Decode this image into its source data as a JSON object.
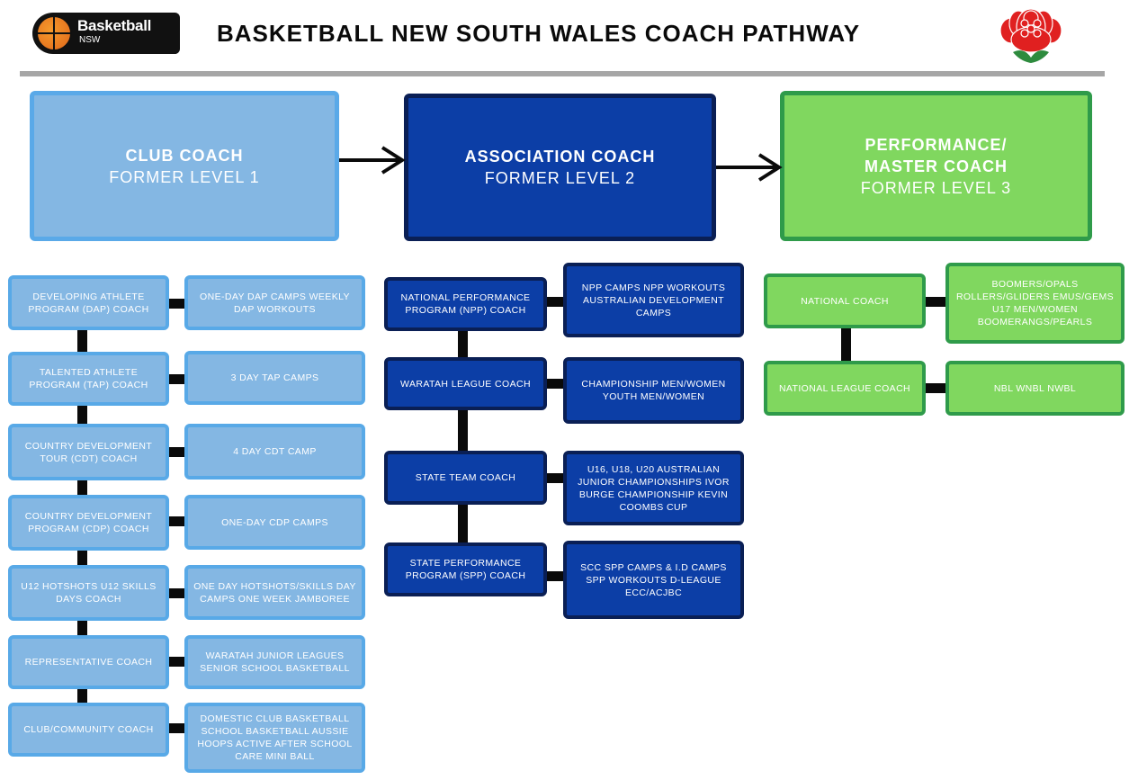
{
  "header": {
    "logo_text": "Basketball",
    "logo_sub": "NSW",
    "title": "BASKETBALL NEW SOUTH WALES COACH PATHWAY"
  },
  "colors": {
    "light_blue": "#84b7e3",
    "dark_blue": "#0c3ea6",
    "green": "#80d75f",
    "waratah_red": "#e02020"
  },
  "levels": {
    "club": {
      "title": "CLUB COACH",
      "subtitle": "FORMER LEVEL 1"
    },
    "association": {
      "title": "ASSOCIATION COACH",
      "subtitle": "FORMER LEVEL 2"
    },
    "performance": {
      "title": "PERFORMANCE/ MASTER COACH",
      "subtitle": "FORMER LEVEL 3"
    }
  },
  "club_roles": [
    {
      "role": "DEVELOPING ATHLETE PROGRAM (DAP) COACH",
      "activities": "ONE-DAY DAP CAMPS WEEKLY DAP WORKOUTS"
    },
    {
      "role": "TALENTED ATHLETE PROGRAM (TAP) COACH",
      "activities": "3 DAY TAP CAMPS"
    },
    {
      "role": "COUNTRY DEVELOPMENT TOUR (CDT) COACH",
      "activities": "4 DAY CDT CAMP"
    },
    {
      "role": "COUNTRY DEVELOPMENT PROGRAM (CDP) COACH",
      "activities": "ONE-DAY CDP CAMPS"
    },
    {
      "role": "U12 HOTSHOTS U12 SKILLS DAYS COACH",
      "activities": "ONE DAY HOTSHOTS/SKILLS DAY CAMPS ONE WEEK JAMBOREE"
    },
    {
      "role": "REPRESENTATIVE COACH",
      "activities": "WARATAH JUNIOR LEAGUES SENIOR SCHOOL BASKETBALL"
    },
    {
      "role": "CLUB/COMMUNITY COACH",
      "activities": "DOMESTIC CLUB BASKETBALL SCHOOL BASKETBALL AUSSIE HOOPS ACTIVE AFTER SCHOOL CARE MINI BALL"
    }
  ],
  "association_roles": [
    {
      "role": "NATIONAL PERFORMANCE PROGRAM (NPP) COACH",
      "activities": "NPP CAMPS NPP WORKOUTS AUSTRALIAN DEVELOPMENT CAMPS"
    },
    {
      "role": "WARATAH LEAGUE COACH",
      "activities": "CHAMPIONSHIP MEN/WOMEN YOUTH MEN/WOMEN"
    },
    {
      "role": "STATE TEAM COACH",
      "activities": "U16, U18, U20 AUSTRALIAN JUNIOR CHAMPIONSHIPS IVOR BURGE CHAMPIONSHIP KEVIN COOMBS CUP"
    },
    {
      "role": "STATE PERFORMANCE PROGRAM (SPP) COACH",
      "activities": "SCC SPP CAMPS & I.D CAMPS SPP WORKOUTS D-LEAGUE ECC/ACJBC"
    }
  ],
  "performance_roles": [
    {
      "role": "NATIONAL COACH",
      "activities": "BOOMERS/OPALS ROLLERS/GLIDERS EMUS/GEMS U17 MEN/WOMEN BOOMERANGS/PEARLS"
    },
    {
      "role": "NATIONAL LEAGUE COACH",
      "activities": "NBL WNBL NWBL"
    }
  ]
}
